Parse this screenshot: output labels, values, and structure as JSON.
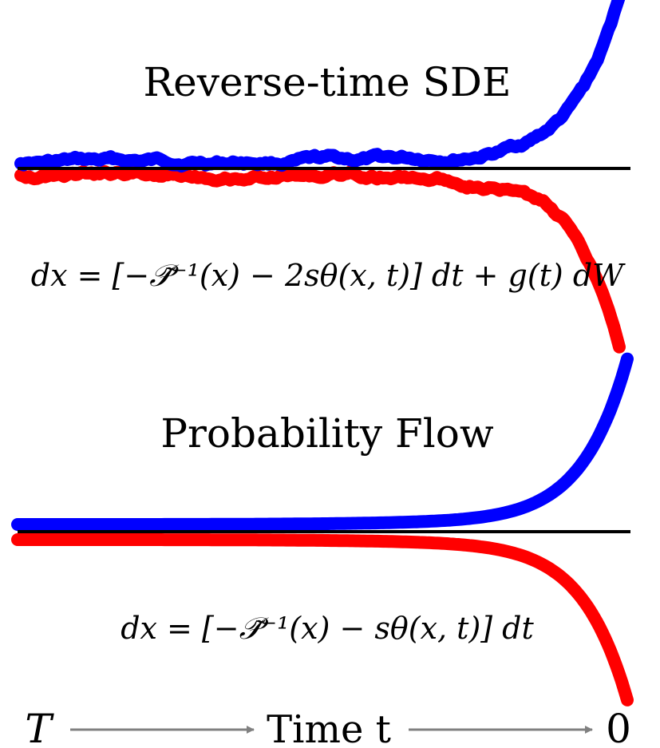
{
  "top_panel": {
    "title": "Reverse-time SDE",
    "equation": "dx = [−𝒫̃⁻¹(x) − 2sθ(x, t)] dt + g(t) dW"
  },
  "bottom_panel": {
    "title": "Probability Flow",
    "equation": "dx = [−𝒫̃⁻¹(x) − sθ(x, t)] dt"
  },
  "time_axis": {
    "start_label": "T",
    "middle_label": "Time t",
    "end_label": "0"
  },
  "colors": {
    "trajectory_up": "#0000ff",
    "trajectory_down": "#ff0000",
    "baseline": "#000000",
    "arrow": "#808080"
  }
}
